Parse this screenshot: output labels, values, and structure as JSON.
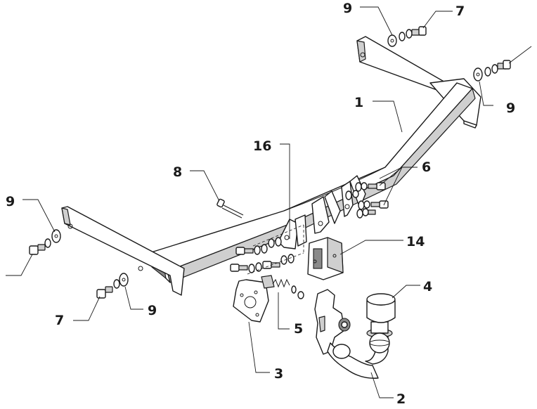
{
  "callouts": {
    "c9_top": "9",
    "c7_top": "7",
    "c9_right": "9",
    "c1": "1",
    "c16": "16",
    "c8": "8",
    "c6": "6",
    "c9_left": "9",
    "c14": "14",
    "c4": "4",
    "c7_bottom": "7",
    "c9_bottom": "9",
    "c5": "5",
    "c3": "3",
    "c2": "2"
  }
}
